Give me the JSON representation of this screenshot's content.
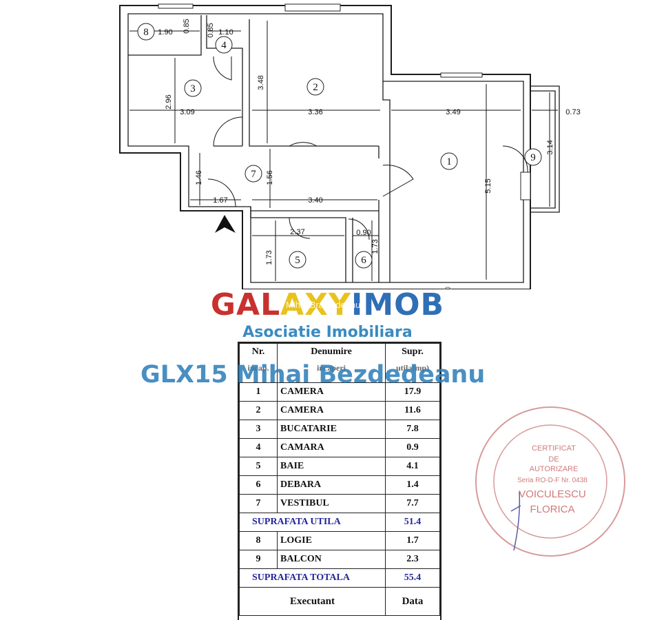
{
  "floorplan": {
    "rooms": [
      {
        "num": "1"
      },
      {
        "num": "2"
      },
      {
        "num": "3"
      },
      {
        "num": "4"
      },
      {
        "num": "5"
      },
      {
        "num": "6"
      },
      {
        "num": "7"
      },
      {
        "num": "8"
      },
      {
        "num": "9"
      }
    ],
    "dimensions": [
      "1.90",
      "0.85",
      "0.85",
      "1.10",
      "3.48",
      "2.96",
      "3.09",
      "3.36",
      "3.49",
      "0.73",
      "3.14",
      "5.15",
      "1.46",
      "1.56",
      "1.67",
      "3.40",
      "2.37",
      "0.90",
      "1.73",
      "1.73"
    ]
  },
  "brand": {
    "logo": {
      "part1": "GAL",
      "part2": "AXY",
      "part3": "IMOB"
    },
    "subtitle": "Asociatie Imobiliara",
    "watermark_small": "Mihai Bravu deanu",
    "watermark_code": "GLX15 Mihai Bezdedeanu"
  },
  "table": {
    "headers": {
      "nr": "Nr.",
      "denumire": "Denumire",
      "supr": "Supr.",
      "nr_2": "incap.",
      "denumire_2": "incaperi",
      "supr_2": "utila(mp)"
    },
    "rows": [
      {
        "nr": "1",
        "name": "CAMERA",
        "area": "17.9"
      },
      {
        "nr": "2",
        "name": "CAMERA",
        "area": "11.6"
      },
      {
        "nr": "3",
        "name": "BUCATARIE",
        "area": "7.8"
      },
      {
        "nr": "4",
        "name": "CAMARA",
        "area": "0.9"
      },
      {
        "nr": "5",
        "name": "BAIE",
        "area": "4.1"
      },
      {
        "nr": "6",
        "name": "DEBARA",
        "area": "1.4"
      },
      {
        "nr": "7",
        "name": "VESTIBUL",
        "area": "7.7"
      }
    ],
    "suprafata_utila": {
      "label": "SUPRAFATA UTILA",
      "value": "51.4"
    },
    "extra_rows": [
      {
        "nr": "8",
        "name": "LOGIE",
        "area": "1.7"
      },
      {
        "nr": "9",
        "name": "BALCON",
        "area": "2.3"
      }
    ],
    "suprafata_totala": {
      "label": "SUPRAFATA TOTALA",
      "value": "55.4"
    },
    "footer": {
      "executant": "Executant",
      "data": "Data"
    }
  },
  "stamp": {
    "line1": "CERTIFICAT",
    "line2": "DE",
    "line3": "AUTORIZARE",
    "line4": "Seria RO-D-F Nr. 0438",
    "line5": "VOICULESCU",
    "line6": "FLORICA"
  },
  "colors": {
    "logo_red": "#c8312e",
    "logo_yellow": "#e9c21c",
    "logo_blue": "#2f6fb6",
    "subtitle_blue": "#3a8bc0",
    "total_blue": "#23279a",
    "stamp_red": "#d07a7a"
  }
}
